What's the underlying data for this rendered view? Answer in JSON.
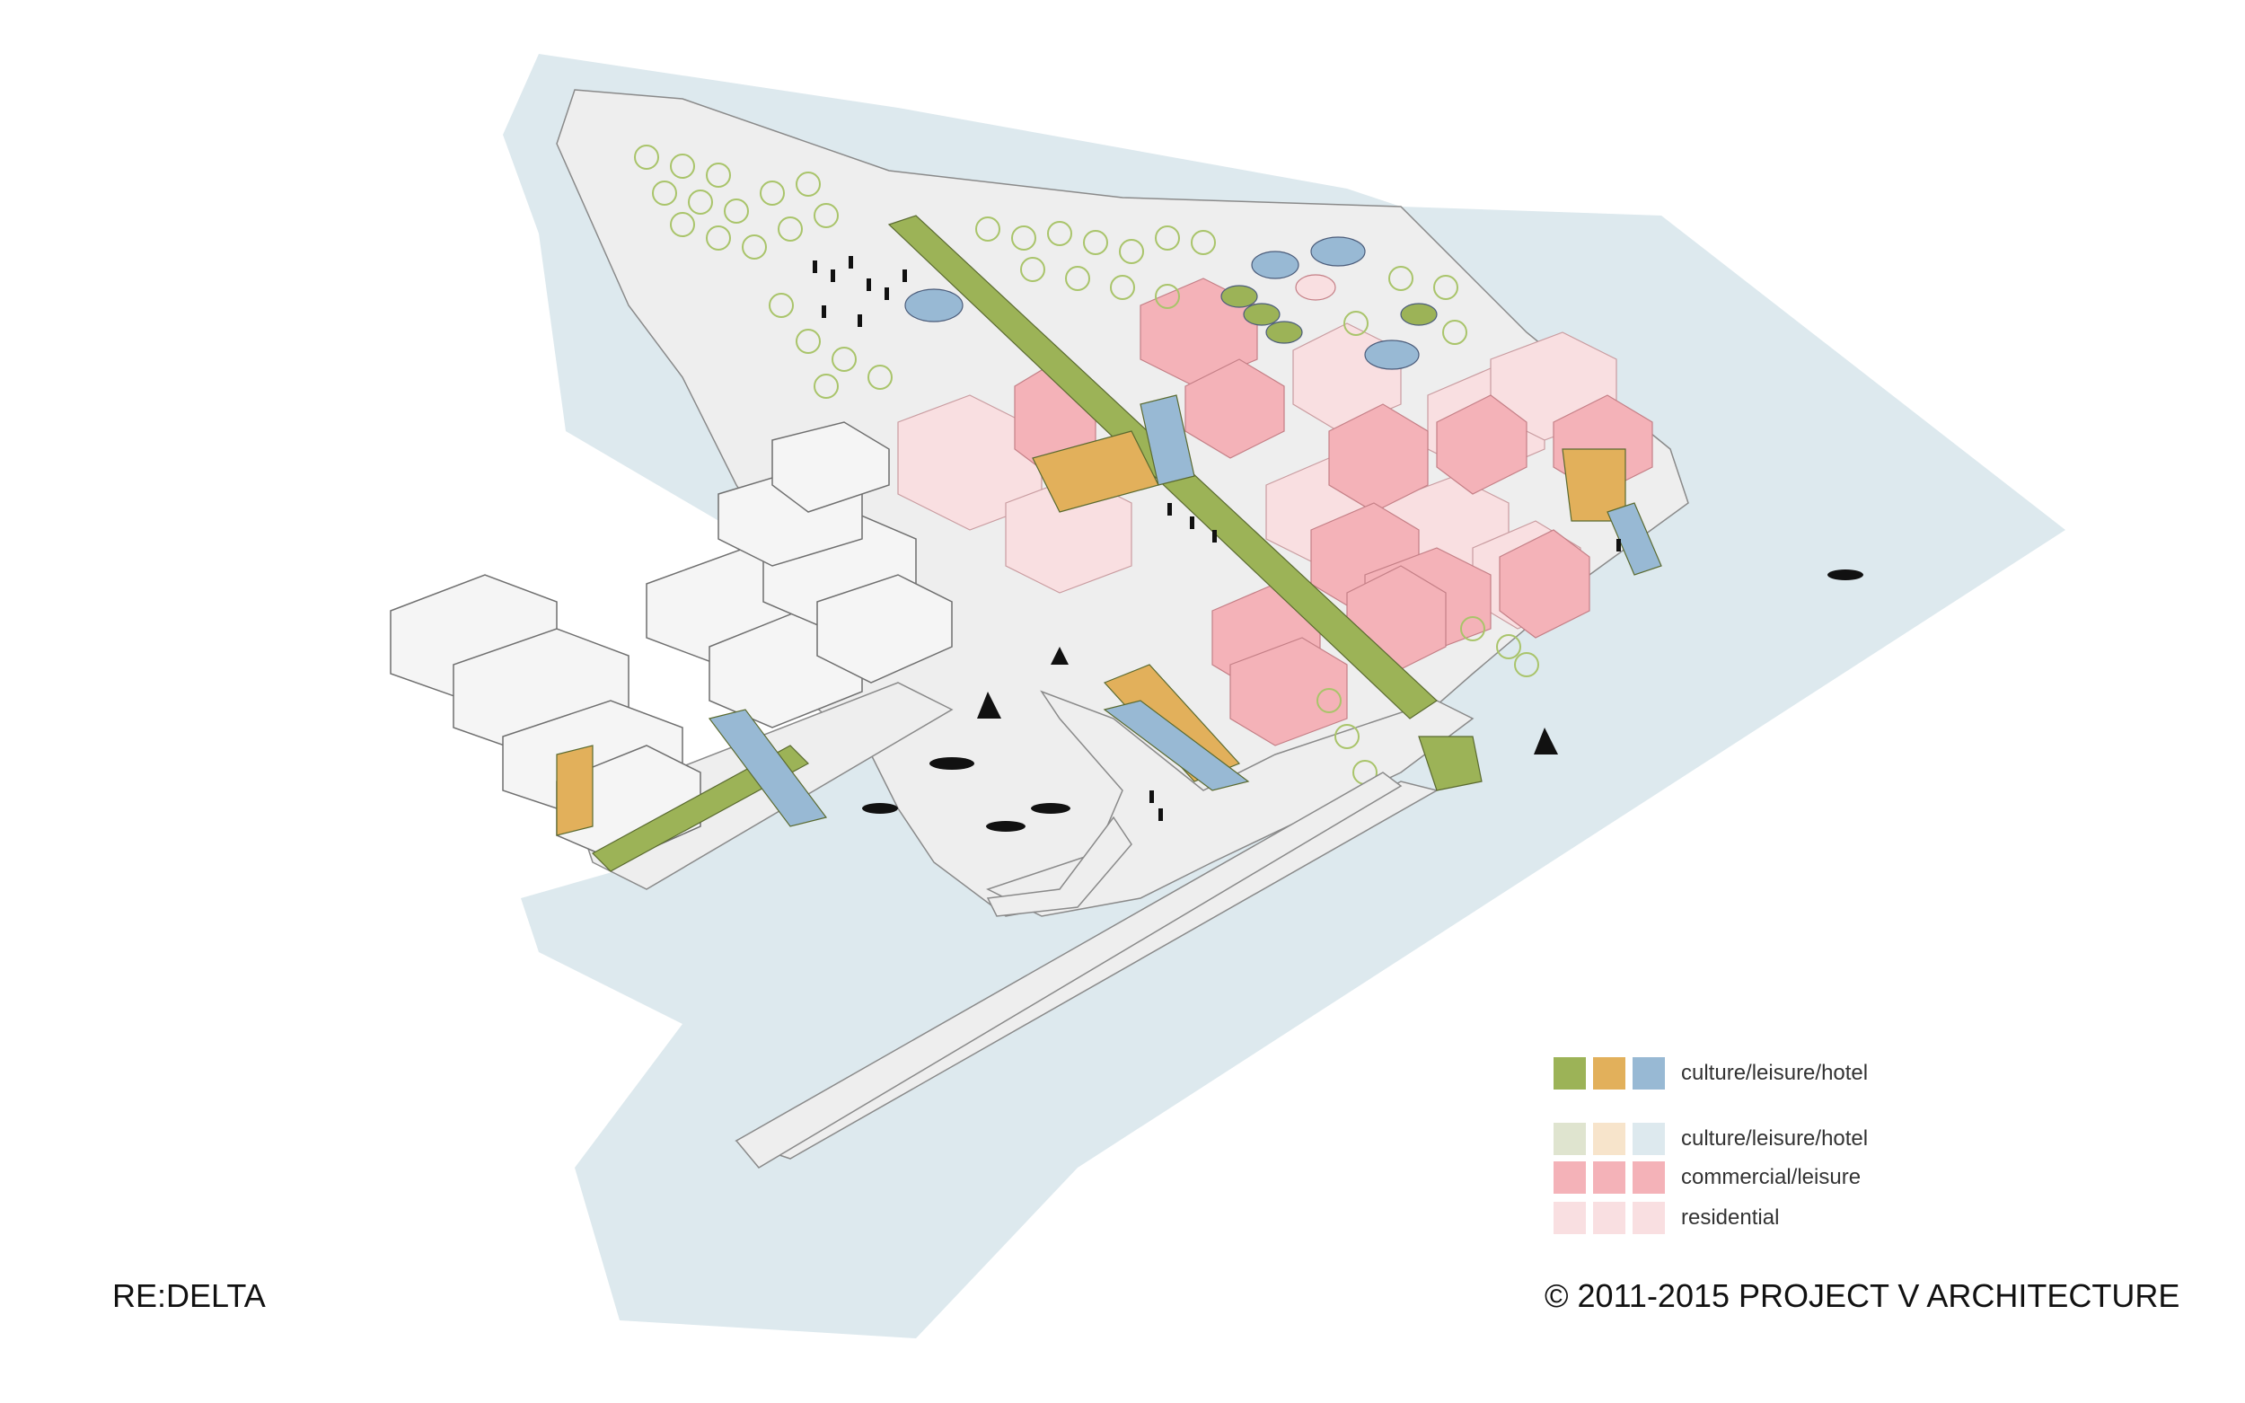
{
  "project_title": "RE:DELTA",
  "copyright": "© 2011-2015 PROJECT V ARCHITECTURE",
  "colors": {
    "water": "#dde9ee",
    "ground": "#eeeeee",
    "existing_building": "#f3f3f3",
    "culture_green": "#9cb357",
    "culture_orange": "#e2b05b",
    "culture_blue": "#98b9d4",
    "culture_green_light": "#dfe4cf",
    "culture_orange_light": "#f7e4cb",
    "culture_blue_light": "#dde9ee",
    "commercial": "#f4b2b8",
    "residential": "#f9dfe1",
    "tree": "#a9c46a"
  },
  "legend": [
    {
      "label": "culture/leisure/hotel",
      "swatches": [
        "culture_green",
        "culture_orange",
        "culture_blue"
      ]
    },
    {
      "label": "culture/leisure/hotel",
      "swatches": [
        "culture_green_light",
        "culture_orange_light",
        "culture_blue_light"
      ]
    },
    {
      "label": "commercial/leisure",
      "swatches": [
        "commercial",
        "commercial",
        "commercial"
      ]
    },
    {
      "label": "residential",
      "swatches": [
        "residential",
        "residential",
        "residential"
      ]
    }
  ]
}
